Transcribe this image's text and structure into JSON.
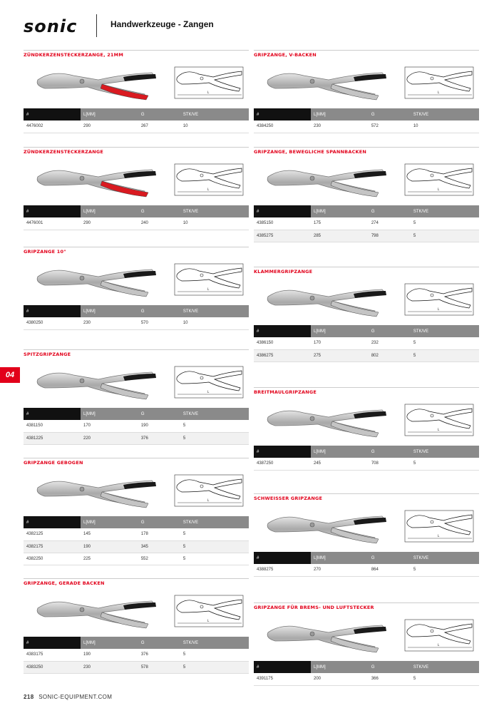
{
  "header": {
    "logo": "sonic",
    "title": "Handwerkzeuge - Zangen"
  },
  "side_tab": "04",
  "footer": {
    "page": "218",
    "site": "SONIC-EQUIPMENT.COM"
  },
  "table_headers": [
    "#",
    "L[MM]",
    "G",
    "STK/VE"
  ],
  "sections": [
    {
      "title": "ZÜNDKERZENSTECKERZANGE, 21MM",
      "rows": [
        [
          "4476002",
          "290",
          "267",
          "10"
        ]
      ]
    },
    {
      "title": "ZÜNDKERZENSTECKERZANGE",
      "rows": [
        [
          "4476001",
          "290",
          "240",
          "10"
        ]
      ]
    },
    {
      "title": "GRIPZANGE 10\"",
      "rows": [
        [
          "4380250",
          "230",
          "570",
          "10"
        ]
      ]
    },
    {
      "title": "SPITZGRIPZANGE",
      "rows": [
        [
          "4381150",
          "170",
          "190",
          "5"
        ],
        [
          "4381225",
          "220",
          "376",
          "5"
        ]
      ]
    },
    {
      "title": "GRIPZANGE GEBOGEN",
      "rows": [
        [
          "4382125",
          "145",
          "178",
          "5"
        ],
        [
          "4382175",
          "190",
          "345",
          "5"
        ],
        [
          "4382250",
          "225",
          "552",
          "5"
        ]
      ]
    },
    {
      "title": "GRIPZANGE, GERADE BACKEN",
      "rows": [
        [
          "4383175",
          "190",
          "376",
          "5"
        ],
        [
          "4383250",
          "230",
          "578",
          "5"
        ]
      ]
    },
    {
      "title": "GRIPZANGE, V-BACKEN",
      "rows": [
        [
          "4384250",
          "230",
          "572",
          "10"
        ]
      ]
    },
    {
      "title": "GRIPZANGE, BEWEGLICHE SPANNBACKEN",
      "rows": [
        [
          "4385150",
          "175",
          "274",
          "5"
        ],
        [
          "4385275",
          "285",
          "798",
          "5"
        ]
      ]
    },
    {
      "title": "KLAMMERGRIPZANGE",
      "rows": [
        [
          "4386150",
          "170",
          "232",
          "5"
        ],
        [
          "4386275",
          "275",
          "802",
          "5"
        ]
      ]
    },
    {
      "title": "BREITMAULGRIPZANGE",
      "rows": [
        [
          "4387250",
          "245",
          "708",
          "5"
        ]
      ]
    },
    {
      "title": "SCHWEISSER GRIPZANGE",
      "rows": [
        [
          "4388275",
          "270",
          "864",
          "5"
        ]
      ]
    },
    {
      "title": "GRIPZANGE FÜR BREMS- UND LUFTSTECKER",
      "rows": [
        [
          "4391175",
          "200",
          "366",
          "5"
        ]
      ]
    }
  ]
}
